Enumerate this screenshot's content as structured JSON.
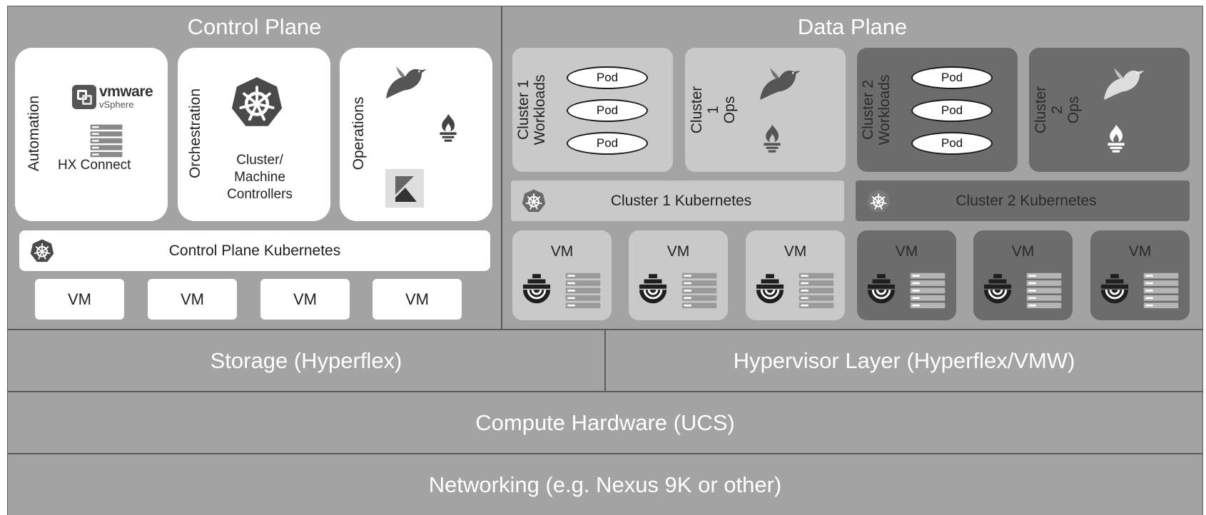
{
  "control_plane": {
    "title": "Control Plane",
    "automation": {
      "label": "Automation",
      "vmware_logo": "vmware",
      "vmware_sub": "vSphere",
      "hx_label": "HX Connect"
    },
    "orchestration": {
      "label": "Orchestration",
      "controllers_label": "Cluster/\nMachine\nControllers"
    },
    "operations": {
      "label": "Operations"
    },
    "kubernetes_label": "Control Plane Kubernetes",
    "vms": [
      "VM",
      "VM",
      "VM",
      "VM"
    ]
  },
  "data_plane": {
    "title": "Data Plane",
    "cluster1": {
      "workloads_label": "Cluster 1\nWorkloads",
      "ops_label": "Cluster 1\nOps",
      "pods": [
        "Pod",
        "Pod",
        "Pod"
      ],
      "kubernetes_label": "Cluster 1 Kubernetes",
      "vms": [
        "VM",
        "VM",
        "VM"
      ]
    },
    "cluster2": {
      "workloads_label": "Cluster 2\nWorkloads",
      "ops_label": "Cluster 2\nOps",
      "pods": [
        "Pod",
        "Pod",
        "Pod"
      ],
      "kubernetes_label": "Cluster 2 Kubernetes",
      "vms": [
        "VM",
        "VM",
        "VM"
      ]
    }
  },
  "layers": {
    "storage": "Storage (Hyperflex)",
    "hypervisor": "Hypervisor Layer (Hyperflex/VMW)",
    "compute": "Compute Hardware (UCS)",
    "networking": "Networking (e.g. Nexus 9K or other)"
  },
  "icons": {
    "vmware": "vmware-vsphere-icon",
    "hx": "server-stack-icon",
    "kubernetes": "kubernetes-helm-icon",
    "fluentd": "bird-icon",
    "prometheus": "flame-torch-icon",
    "kibana": "kibana-icon",
    "vm_glyph": "hyperflex-vm-icon",
    "colors": {
      "band": "#a3a3a3",
      "card": "#ffffff",
      "light_tile": "#c9c9c9",
      "dark_tile": "#6c6c6c",
      "k8s_blue": "#4a4a4a"
    }
  }
}
